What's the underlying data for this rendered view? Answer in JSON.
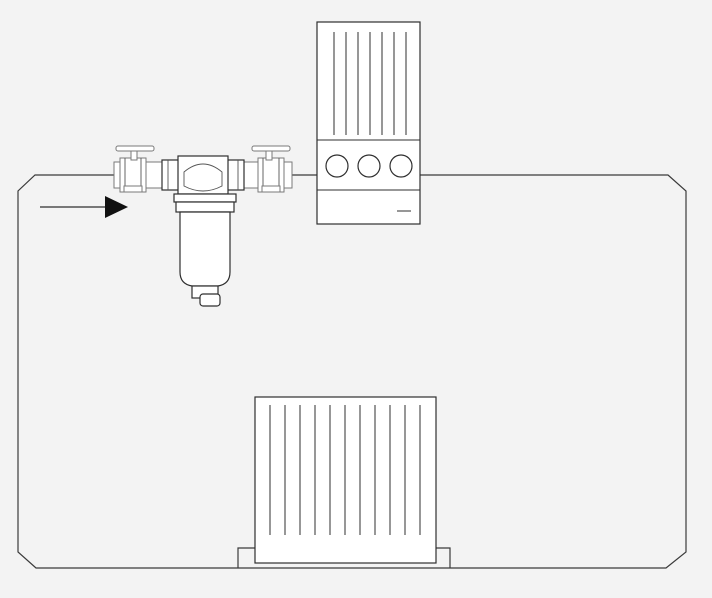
{
  "diagram": {
    "background_color": "#f3f3f3",
    "line_color": "#2f2f2f",
    "flow_direction": "right",
    "components": [
      {
        "name": "boiler",
        "icon": "boiler-icon",
        "control_knobs": 3
      },
      {
        "name": "magnetic-filter",
        "icon": "filter-icon"
      },
      {
        "name": "isolation-valve-left",
        "icon": "valve-icon"
      },
      {
        "name": "isolation-valve-right",
        "icon": "valve-icon"
      },
      {
        "name": "radiator",
        "icon": "radiator-icon",
        "fins": 11
      },
      {
        "name": "flow-arrow",
        "icon": "arrow-right-icon"
      }
    ]
  }
}
